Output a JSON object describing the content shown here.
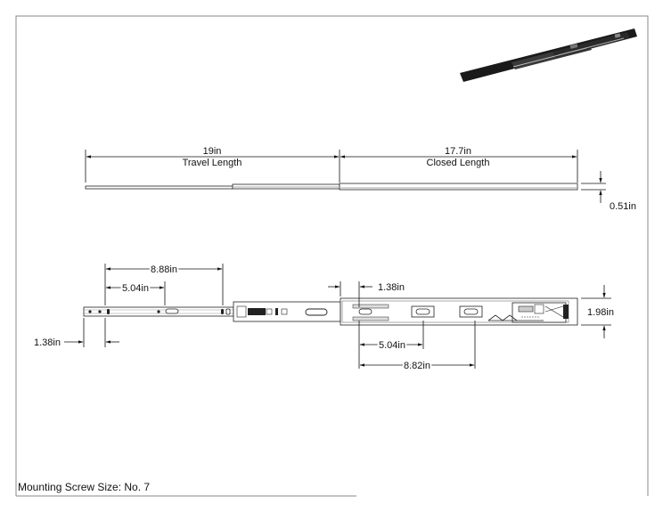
{
  "drawing": {
    "note": "Mounting Screw Size: No. 7",
    "top_view": {
      "travel": {
        "value": "19in",
        "label": "Travel Length"
      },
      "closed": {
        "value": "17.7in",
        "label": "Closed Length"
      },
      "thickness": "0.51in"
    },
    "side_view": {
      "dims": {
        "outer_long": "8.88in",
        "outer_short": "5.04in",
        "outer_offset": "1.38in",
        "inner_offset": "1.38in",
        "height": "1.98in",
        "inner_short": "5.04in",
        "inner_long": "8.82in"
      }
    }
  }
}
